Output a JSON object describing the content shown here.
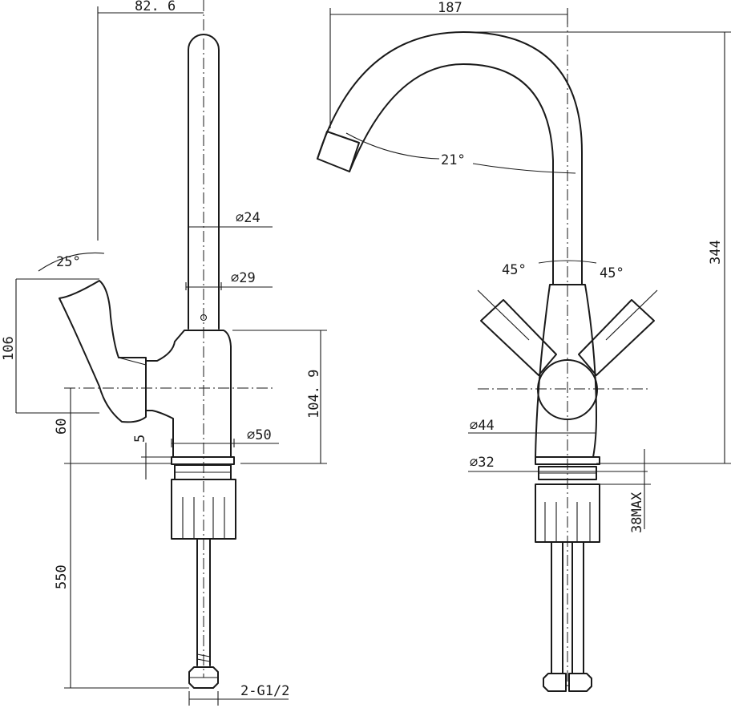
{
  "side_view": {
    "dims": {
      "spout_reach": "82. 6",
      "spout_diameter": "24",
      "body_upper_diameter": "29",
      "handle_angle": "25°",
      "handle_height": "106",
      "body_height": "104. 9",
      "base_diameter": "50",
      "base_offset": "5",
      "lower_height": "60",
      "hose_length": "550",
      "hose_thread": "2-G1/2"
    }
  },
  "front_view": {
    "dims": {
      "spout_reach": "187",
      "total_height": "344",
      "spout_angle": "21°",
      "lever_angle_left": "45°",
      "lever_angle_right": "45°",
      "body_diameter": "44",
      "base_diameter": "32",
      "max_counter_thickness": "38MAX"
    }
  },
  "symbols": {
    "diameter": "∅"
  }
}
